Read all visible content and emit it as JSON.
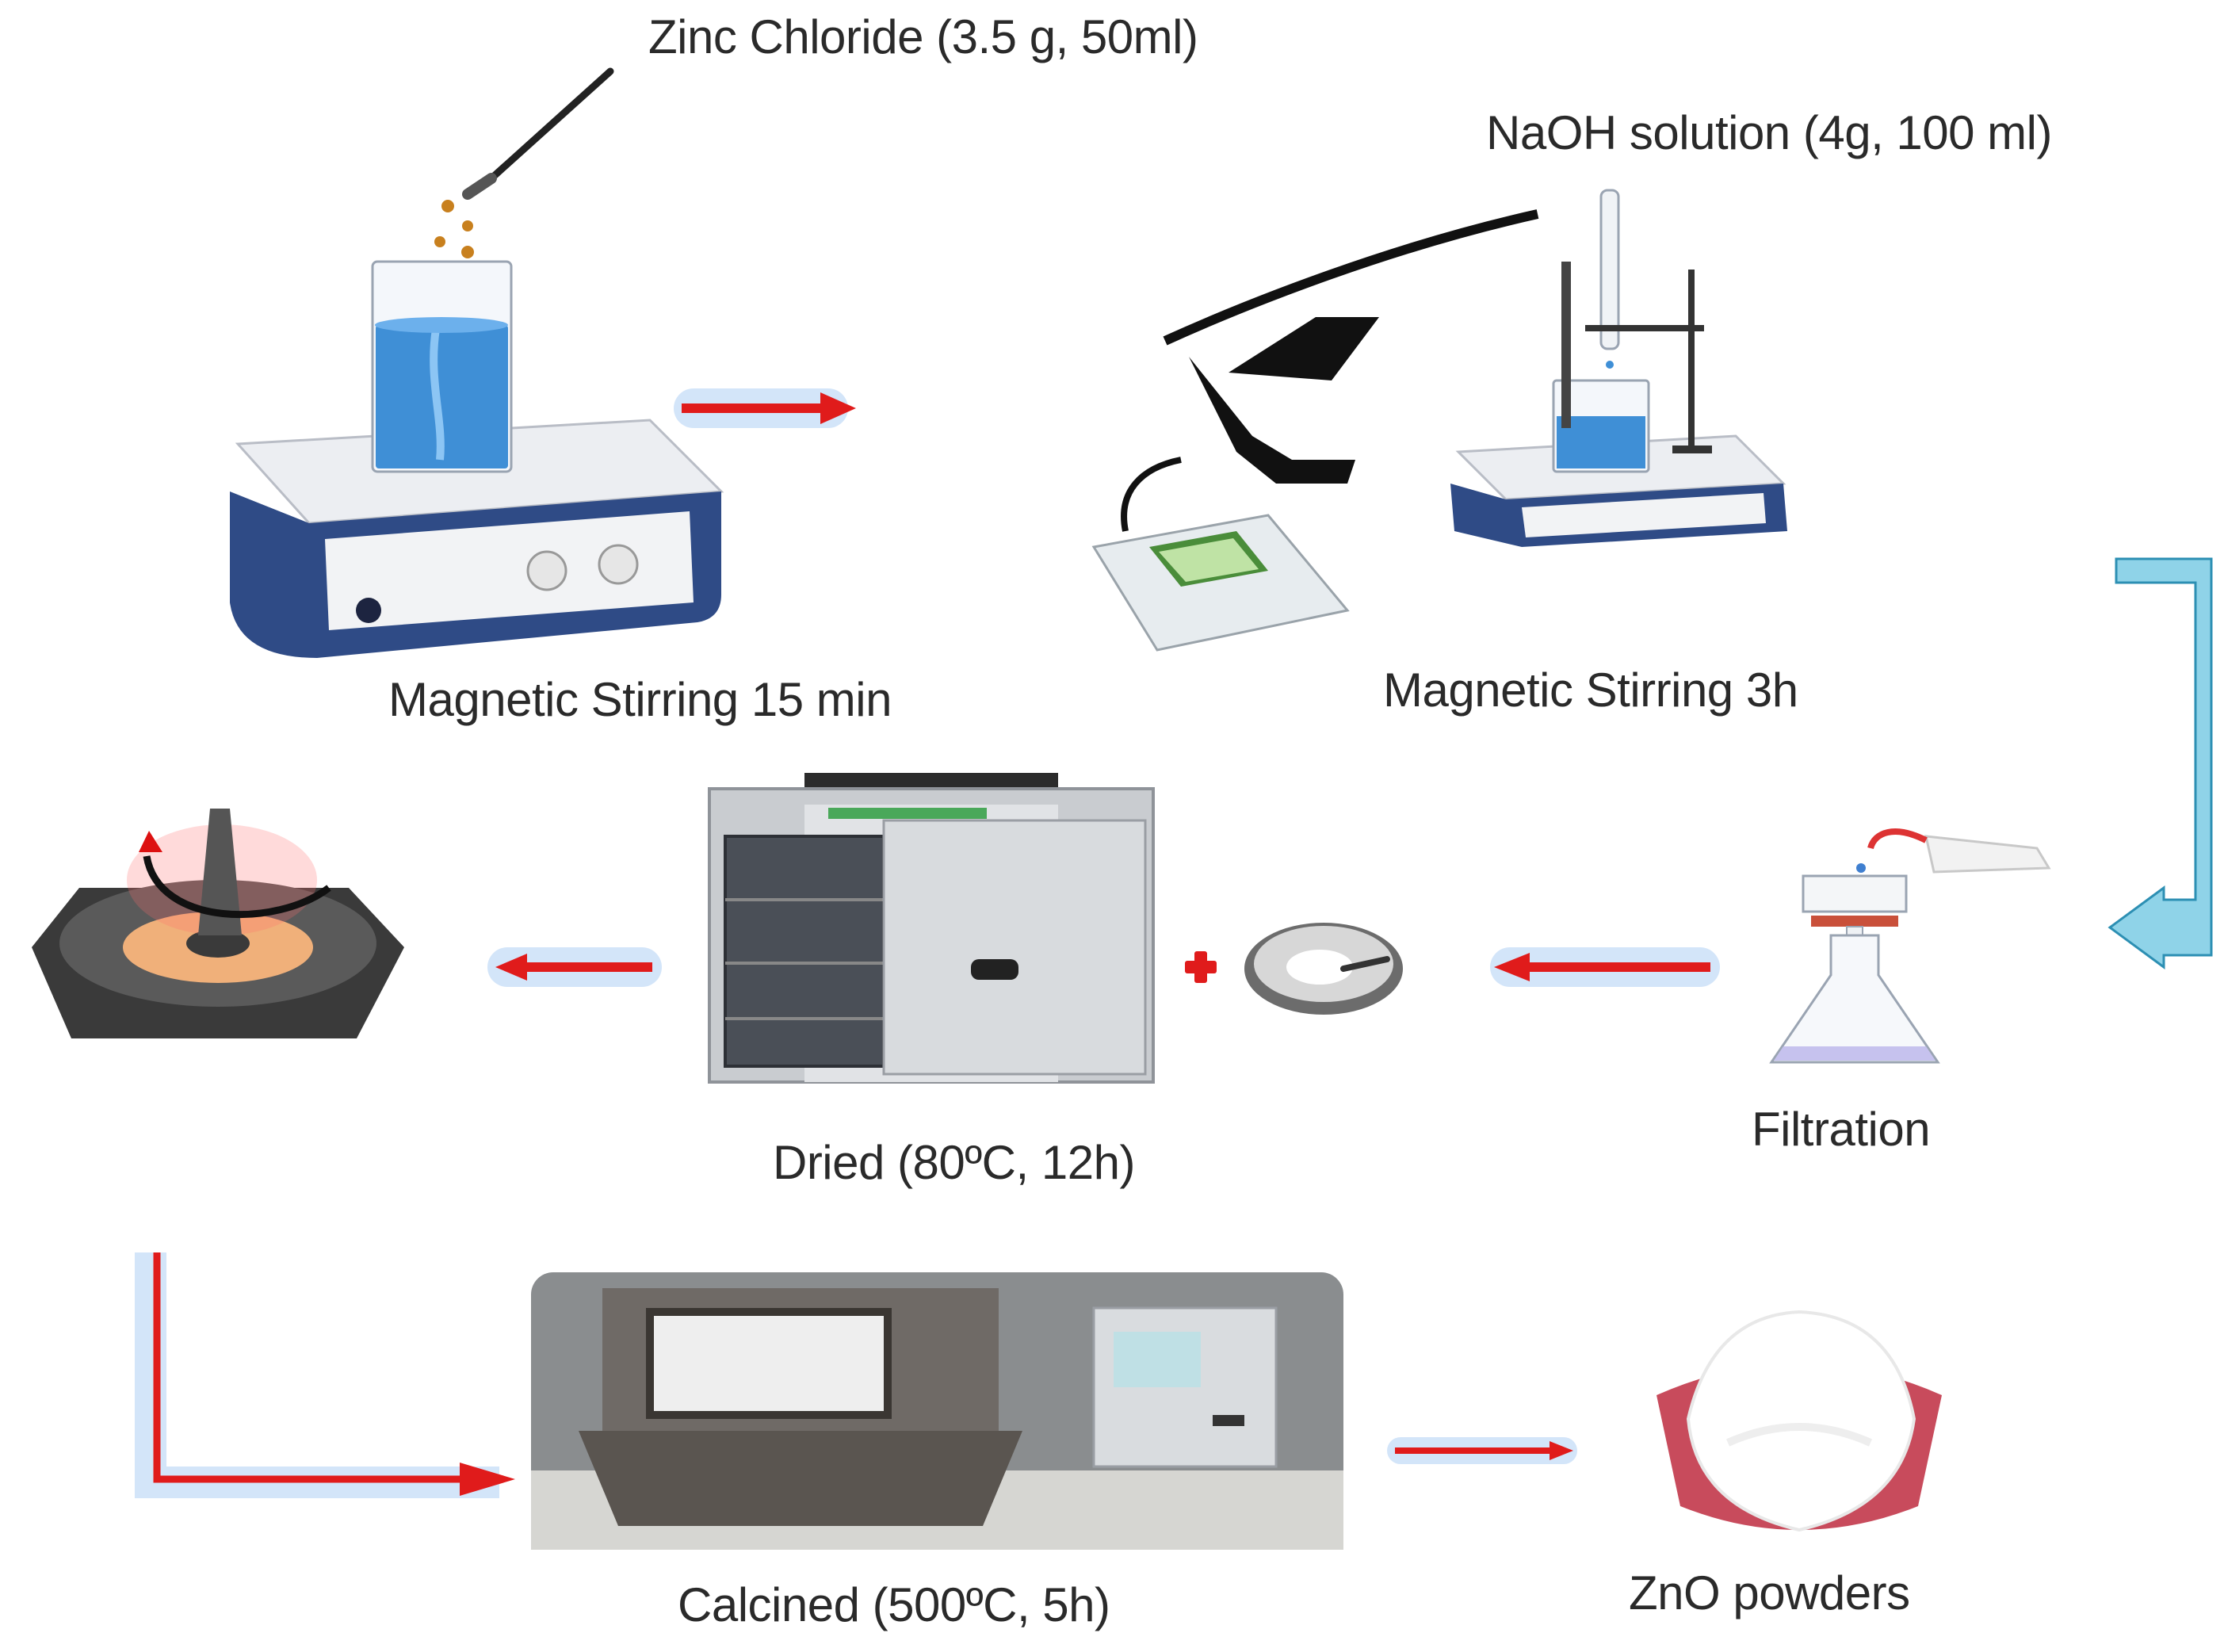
{
  "steps": {
    "zinc_chloride": "Zinc Chloride (3.5 g, 50ml)",
    "stirring_15": "Magnetic Stirring 15 min",
    "naoh": "NaOH solution (4g, 100 ml)",
    "stirring_3h": "Magnetic Stirring 3h",
    "filtration": "Filtration",
    "dried": "Dried (80ºC, 12h)",
    "calcined": "Calcined (500ºC, 5h)",
    "zno": "ZnO powders"
  },
  "colors": {
    "arrow_red": "#e01b1b",
    "arrow_glow": "#9ec6f2",
    "flow_blue": "#8fd3e8",
    "beaker_liquid": "#3f8fd6",
    "stirrer_body": "#2f4b86"
  }
}
